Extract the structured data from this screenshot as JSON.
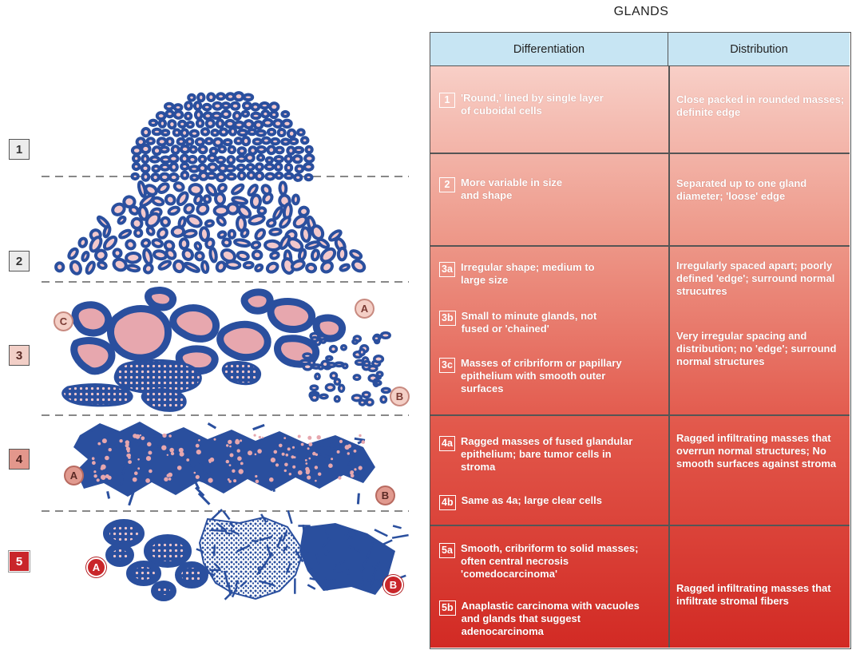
{
  "title": "GLANDS",
  "columns": {
    "differentiation": "Differentiation",
    "distribution": "Distribution"
  },
  "grades": [
    "1",
    "2",
    "3",
    "4",
    "5"
  ],
  "pattern_markers": {
    "A": "A",
    "B": "B",
    "C": "C"
  },
  "rows": [
    {
      "differentiation": [
        {
          "tag": "1",
          "text": "'Round,' lined by single layer of cuboidal cells"
        }
      ],
      "distribution": [
        "Close packed in rounded masses; definite edge"
      ]
    },
    {
      "differentiation": [
        {
          "tag": "2",
          "text": "More variable in size and shape"
        }
      ],
      "distribution": [
        "Separated up to one gland diameter; 'loose' edge"
      ]
    },
    {
      "differentiation": [
        {
          "tag": "3a",
          "text": "Irregular shape; medium to large size"
        },
        {
          "tag": "3b",
          "text": "Small to minute glands, not fused or 'chained'"
        },
        {
          "tag": "3c",
          "text": "Masses of cribriform or papillary epithelium with smooth outer surfaces"
        }
      ],
      "distribution": [
        "Irregularly spaced apart; poorly defined 'edge'; surround normal strucutres",
        "Very irregular spacing and distribution; no 'edge'; surround normal structures"
      ]
    },
    {
      "differentiation": [
        {
          "tag": "4a",
          "text": "Ragged masses of fused glandular epithelium; bare tumor cells in stroma"
        },
        {
          "tag": "4b",
          "text": "Same as 4a; large clear cells"
        }
      ],
      "distribution": [
        "Ragged infiltrating masses that overrun normal structures; No smooth surfaces against stroma"
      ]
    },
    {
      "differentiation": [
        {
          "tag": "5a",
          "text": "Smooth, cribriform to solid masses; often central necrosis 'comedocarcinoma'"
        },
        {
          "tag": "5b",
          "text": "Anaplastic carcinoma with vacuoles and glands that suggest adenocarcinoma"
        }
      ],
      "distribution": [
        "Ragged infiltrating masses that infiltrate stromal fibers"
      ]
    }
  ],
  "colors": {
    "gland_outline": "#2a4f9e",
    "gland_fill": "#f2c8cc",
    "header_fill": "#c7e5f3",
    "table_top": "#f8cfc7",
    "table_bottom": "#d22a24"
  }
}
